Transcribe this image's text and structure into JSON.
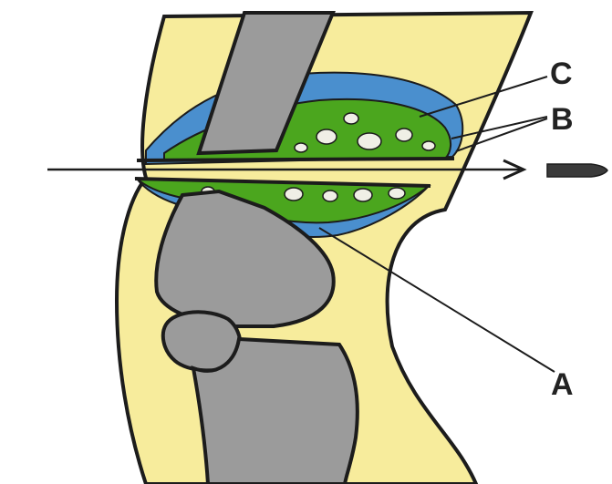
{
  "labels": {
    "a": "A",
    "b": "B",
    "c": "C"
  },
  "colors": {
    "skin": "#f7ec9c",
    "bone": "#9b9b9b",
    "bone_dark": "#7d7d7d",
    "cartilage": "#4a8fce",
    "spongy_bone": "#4ba61e",
    "outline": "#1c1c1c",
    "bullet": "#3a3a3a"
  },
  "icons": {
    "projectile": "bullet-icon",
    "trajectory": "arrow-icon"
  }
}
